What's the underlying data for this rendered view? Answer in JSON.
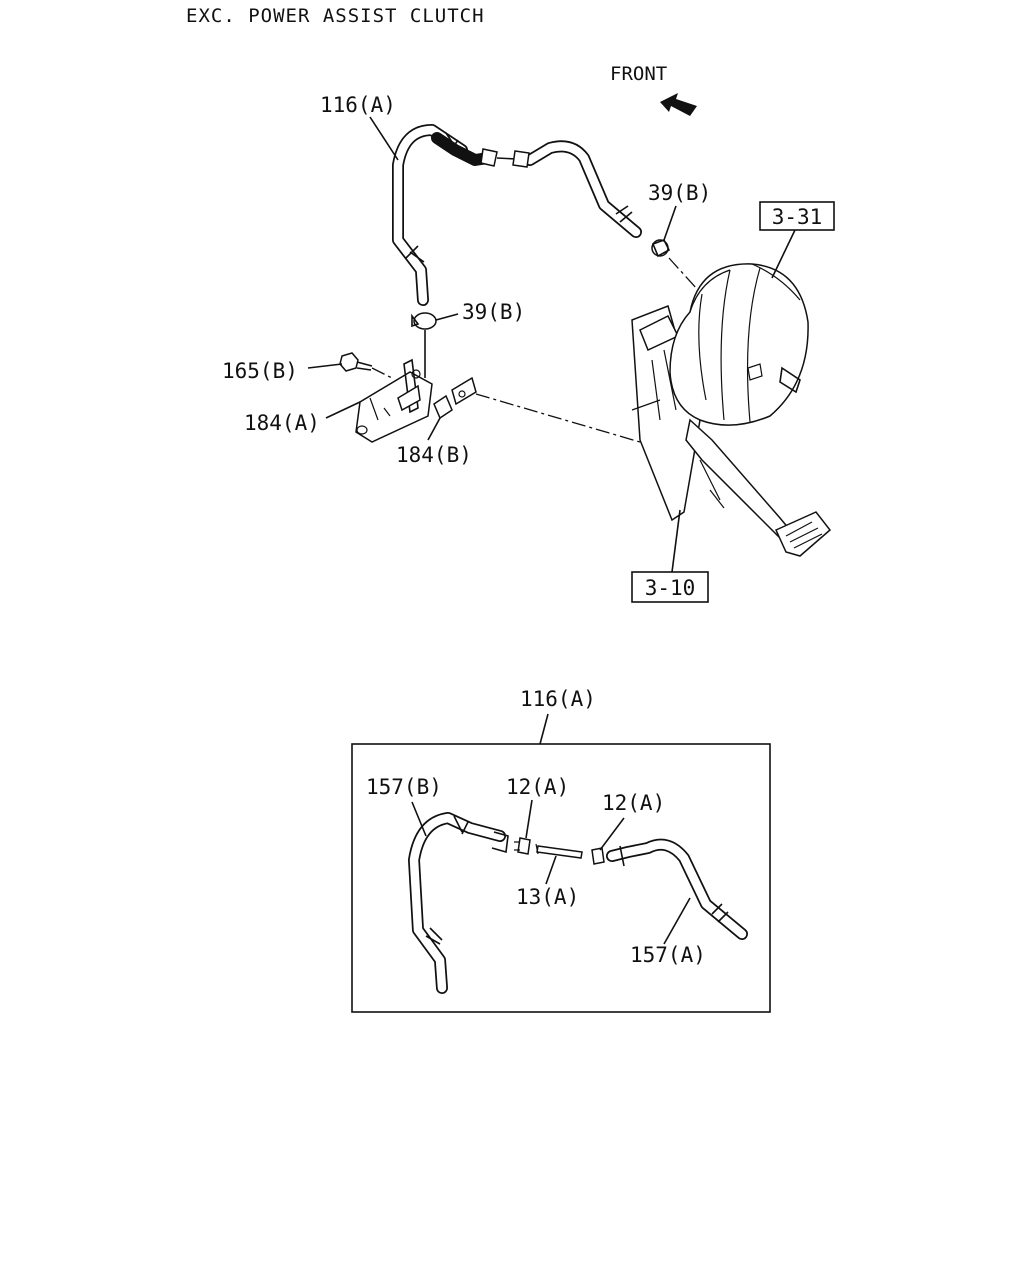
{
  "title": "EXC. POWER ASSIST CLUTCH",
  "front_label": "FRONT",
  "upper": {
    "hose_assembly": "116(A)",
    "clip_upper": "39(B)",
    "clip_lower": "39(B)",
    "bolt": "165(B)",
    "bracket_a": "184(A)",
    "bracket_b": "184(B)",
    "ref_booster": "3-31",
    "ref_pedal": "3-10"
  },
  "detail": {
    "assembly": "116(A)",
    "hose_b": "157(B)",
    "connector_left": "12(A)",
    "connector_right": "12(A)",
    "pipe": "13(A)",
    "hose_a": "157(A)"
  }
}
